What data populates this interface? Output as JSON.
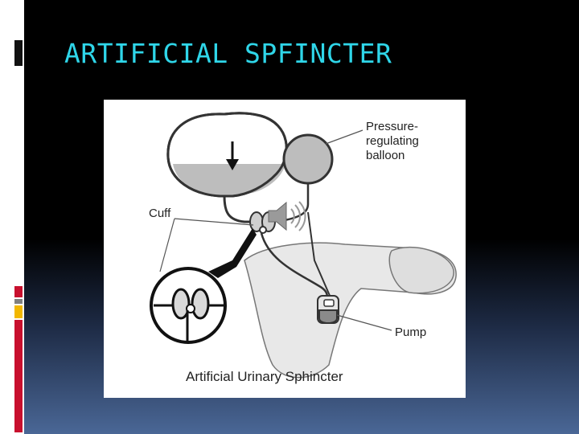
{
  "slide": {
    "title": "ARTIFICIAL SPFINCTER"
  },
  "figure": {
    "caption": "Artificial Urinary Sphincter",
    "labels": {
      "balloon_line1": "Pressure-",
      "balloon_line2": "regulating",
      "balloon_line3": "balloon",
      "cuff": "Cuff",
      "pump": "Pump"
    }
  },
  "icons": {
    "audio": "speaker-icon"
  },
  "colors": {
    "title": "#2fd6e9",
    "rail_red": "#c8102e",
    "rail_yellow": "#f2b700",
    "rail_gray": "#808080"
  }
}
